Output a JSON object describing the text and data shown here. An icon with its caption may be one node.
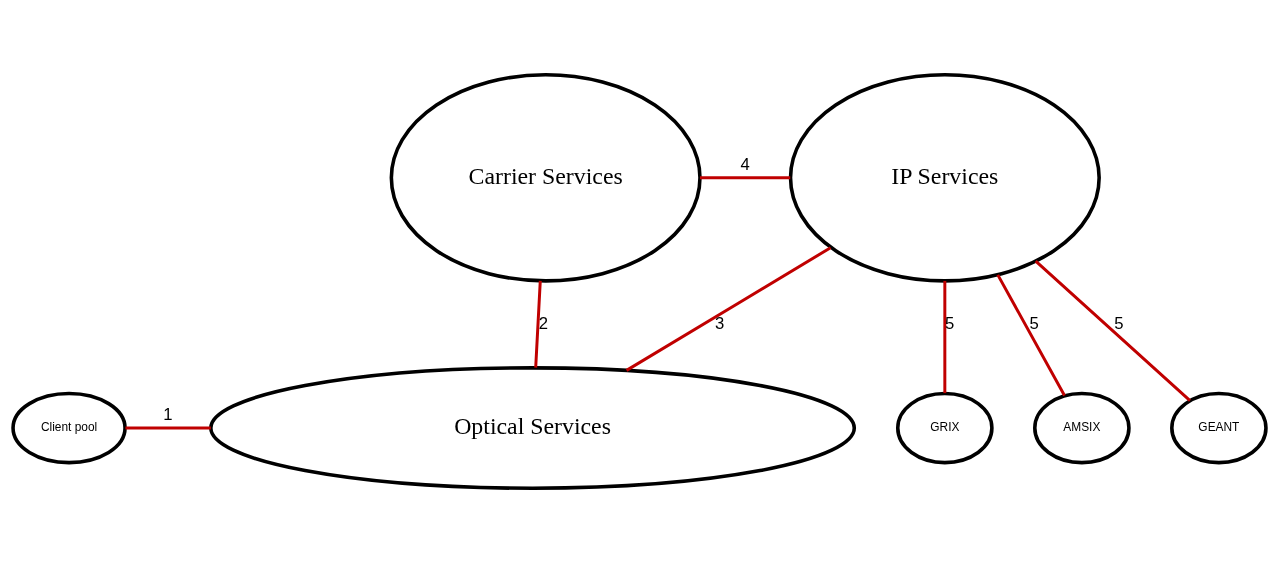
{
  "diagram": {
    "nodes": [
      {
        "text": [
          "Carrier Services"
        ]
      },
      {
        "text": [
          "IP Services"
        ]
      },
      {
        "text": [
          "GEANT"
        ]
      },
      {
        "text": [
          "GRIX"
        ]
      },
      {
        "text": [
          "AMSIX"
        ]
      },
      {
        "text": [
          "Client pool"
        ]
      },
      {
        "text": [
          "Optical Services"
        ]
      }
    ],
    "edges": [
      {
        "from": 5,
        "to": 6,
        "arrow": "none",
        "label": "1"
      },
      {
        "from": 0,
        "to": 6,
        "arrow": "none",
        "label": "2"
      },
      {
        "from": 1,
        "to": 6,
        "arrow": "none",
        "label": "3"
      },
      {
        "from": 0,
        "to": 1,
        "arrow": "none",
        "label": "4"
      },
      {
        "from": 1,
        "to": 2,
        "arrow": "none",
        "label": "5"
      },
      {
        "from": 1,
        "to": 3,
        "arrow": "none",
        "label": "5"
      },
      {
        "from": 1,
        "to": 4,
        "arrow": "none",
        "label": "5"
      }
    ]
  }
}
